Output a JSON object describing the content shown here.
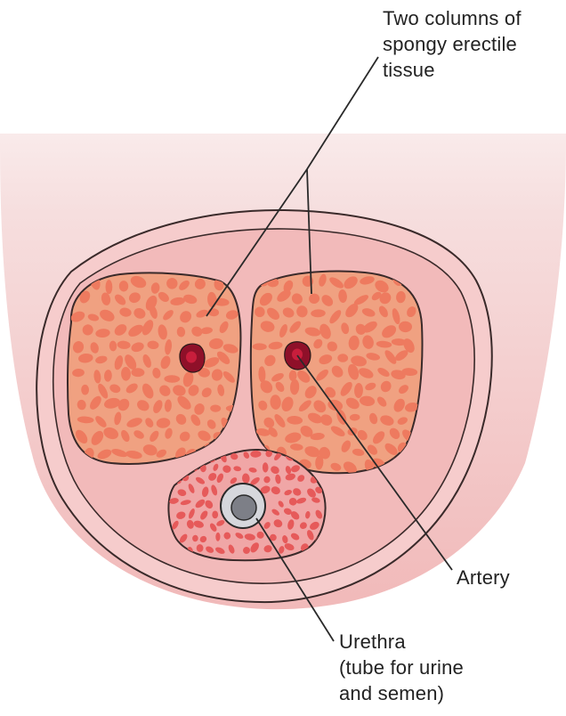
{
  "labels": {
    "tissue": [
      "Two columns of",
      "spongy erectile",
      "tissue"
    ],
    "artery": [
      "Artery"
    ],
    "urethra": [
      "Urethra",
      "(tube for urine",
      "and semen)"
    ]
  },
  "colors": {
    "skin_top": "#f6dede",
    "skin": "#f1b9b9",
    "sheath": "#f6cccc",
    "column_fill": "#f0a181",
    "nodule": "#ee7a5f",
    "spongy_fill": "#f0a6a6",
    "spongy_nodule": "#e65a5a",
    "artery_outer": "#8f1029",
    "artery_inner": "#c81e3c",
    "urethra_ring": "#d6d7dc",
    "urethra_core": "#7d7f87",
    "outline": "#3a2a2a"
  }
}
